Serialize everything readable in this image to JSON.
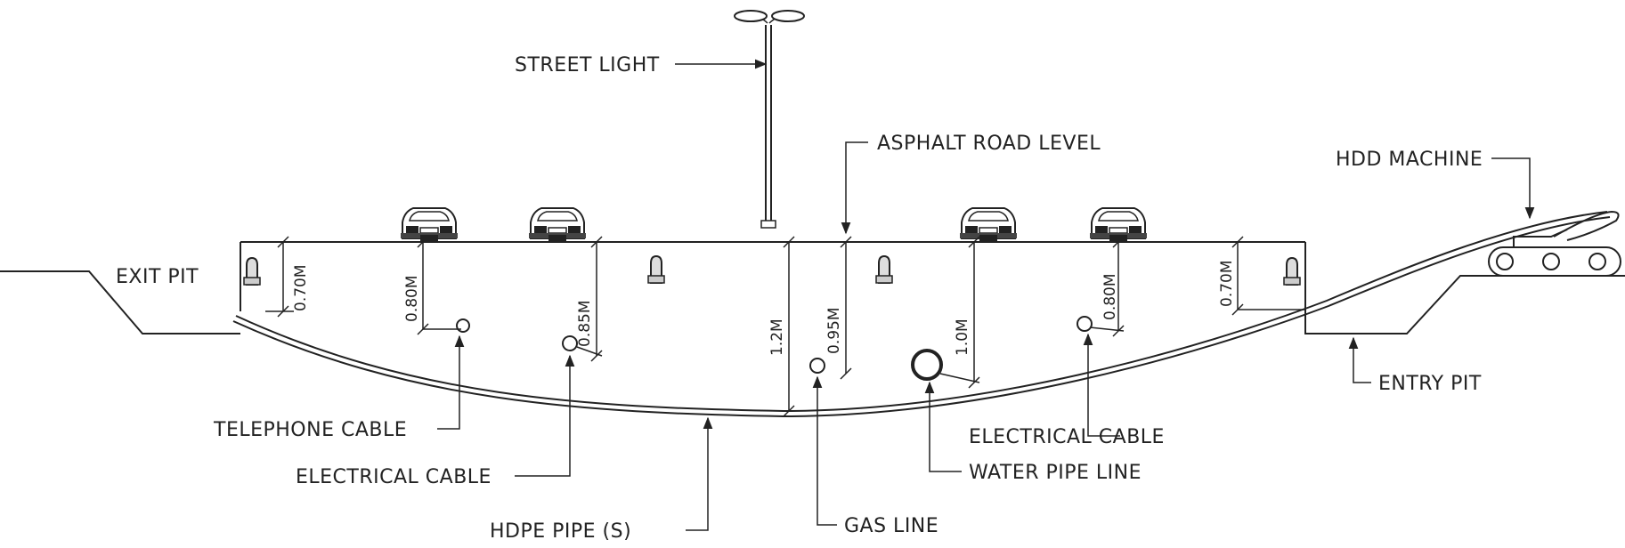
{
  "labels": {
    "street_light": "STREET LIGHT",
    "asphalt": "ASPHALT ROAD LEVEL",
    "hdd_machine": "HDD MACHINE",
    "exit_pit": "EXIT PIT",
    "entry_pit": "ENTRY PIT",
    "telephone_cable": "TELEPHONE CABLE",
    "electrical_cable_left": "ELECTRICAL CABLE",
    "electrical_cable_right": "ELECTRICAL CABLE",
    "hdpe_pipe": "HDPE PIPE (S)",
    "gas_line": "GAS LINE",
    "water_pipe_line": "WATER PIPE LINE"
  },
  "dims": {
    "d1": "0.70M",
    "d2": "0.80M",
    "d3": "0.85M",
    "d4": "1.2M",
    "d5": "0.95M",
    "d6": "1.0M",
    "d7": "0.80M",
    "d8": "0.70M"
  }
}
